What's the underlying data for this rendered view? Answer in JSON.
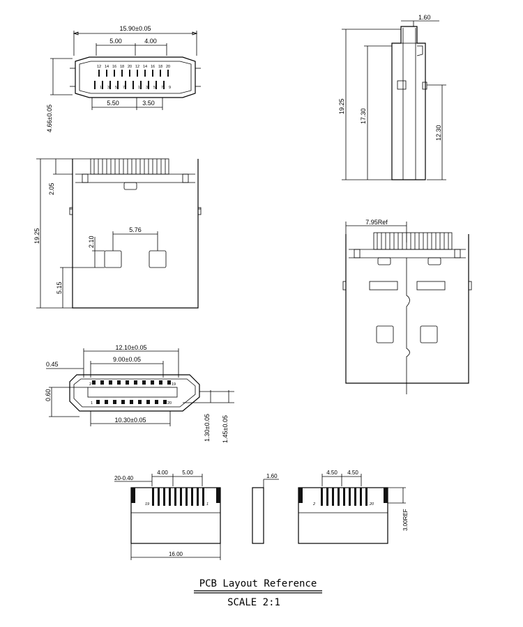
{
  "top_view": {
    "overall_width": "15.90±0.05",
    "top_pitch_left": "5.00",
    "top_pitch_right": "4.00",
    "bottom_pitch_left": "5.50",
    "bottom_pitch_right": "3.50",
    "height": "4.66±0.05",
    "top_pin_numbers": [
      "12",
      "14",
      "16",
      "18",
      "20",
      "12",
      "14",
      "16",
      "18",
      "20"
    ],
    "bottom_pin_numbers": [
      "1",
      "3",
      "5",
      "7",
      "1",
      "3",
      "5",
      "7",
      "9"
    ]
  },
  "side_view": {
    "thickness": "1.60",
    "overall_length": "19.25",
    "body_length": "17.30",
    "tab_length": "12.30"
  },
  "plan_view": {
    "overall_length": "19.25",
    "tail_offset": "2.05",
    "pad_spacing": "5.76",
    "pad_height": "2.10",
    "pad_offset": "5.15"
  },
  "iso_view": {
    "ref_width": "7.95Ref"
  },
  "front_view": {
    "outer_width": "12.10±0.05",
    "inner_width": "9.00±0.05",
    "lower_width": "10.30±0.05",
    "wall": "0.45",
    "tongue": "0.60",
    "dim_a": "1.30±0.05",
    "dim_b": "1.45±0.05",
    "pin_labels_top": [
      "2",
      "",
      "",
      "",
      "",
      "",
      "",
      "",
      "19"
    ],
    "pin_labels_bottom": [
      "1",
      "",
      "",
      "",
      "",
      "",
      "",
      "",
      "20"
    ]
  },
  "pcb_layout": {
    "pad_spec": "20-0.40",
    "pitch_a": "4.00",
    "pitch_b": "5.00",
    "width": "16.00",
    "thickness": "1.60",
    "pitch_c": "4.50",
    "pitch_d": "4.50",
    "ref_height": "3.00REF",
    "left_pin_labels": [
      "19",
      "1"
    ],
    "right_pin_labels": [
      "2",
      "20"
    ],
    "title": "PCB Layout Reference",
    "scale": "SCALE 2:1"
  }
}
